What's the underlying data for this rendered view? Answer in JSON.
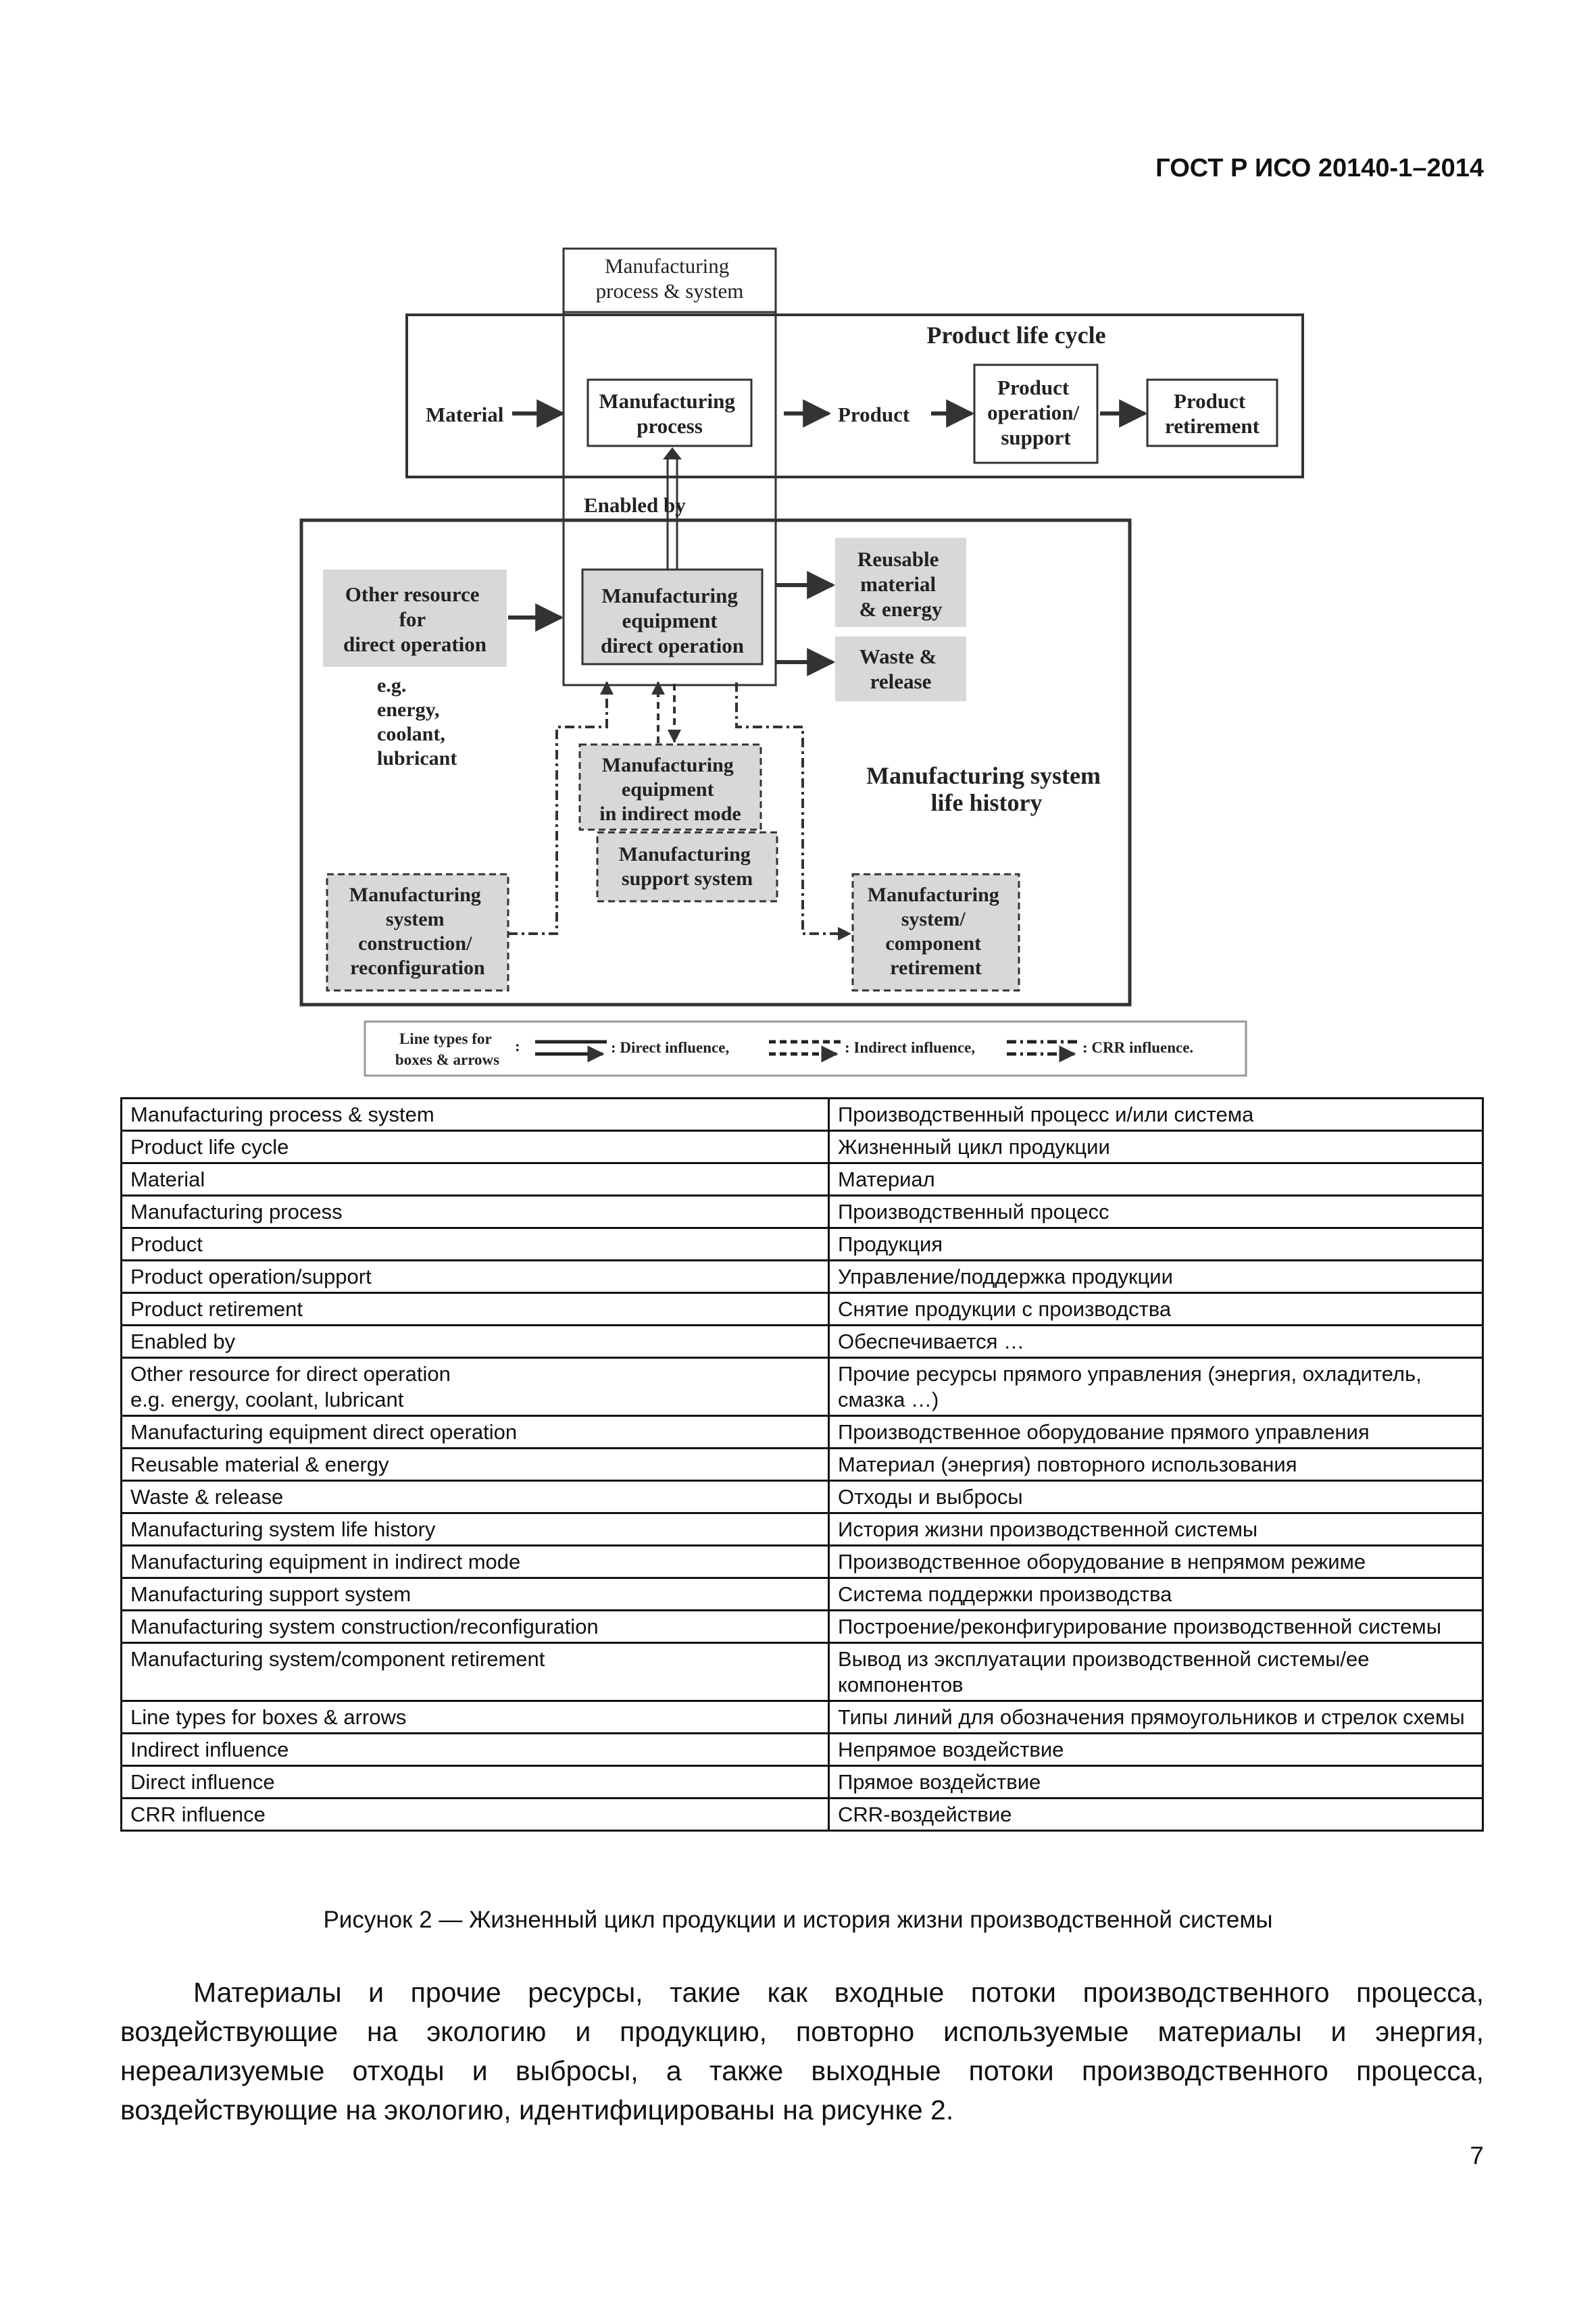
{
  "header": {
    "doc_code": "ГОСТ Р ИСО 20140-1–2014"
  },
  "diagram": {
    "mps_label": [
      "Manufacturing",
      "process & system"
    ],
    "plc_title": "Product life cycle",
    "material": "Material",
    "mfg_process": [
      "Manufacturing",
      "process"
    ],
    "product": "Product",
    "product_operation": [
      "Product",
      "operation/",
      "support"
    ],
    "product_retirement": [
      "Product",
      "retirement"
    ],
    "enabled_by": "Enabled by",
    "other_resource": [
      "Other resource",
      "for",
      "direct operation"
    ],
    "eg_list": [
      "e.g.",
      "energy,",
      "coolant,",
      "lubricant"
    ],
    "equip_direct": [
      "Manufacturing",
      "equipment",
      "direct operation"
    ],
    "reusable": [
      "Reusable",
      "material",
      "& energy"
    ],
    "waste": [
      "Waste &",
      "release"
    ],
    "msl_title": [
      "Manufacturing system",
      "life history"
    ],
    "equip_indirect": [
      "Manufacturing",
      "equipment",
      "in indirect mode"
    ],
    "support_system": [
      "Manufacturing",
      "support system"
    ],
    "construction": [
      "Manufacturing",
      "system",
      "construction/",
      "reconfiguration"
    ],
    "component_retirement": [
      "Manufacturing",
      "system/",
      "component",
      "retirement"
    ],
    "legend_label": [
      "Line types for",
      "boxes & arrows"
    ],
    "legend_colon": ":",
    "legend_direct": ": Direct influence,",
    "legend_indirect": ": Indirect influence,",
    "legend_crr": ": CRR influence."
  },
  "terms_table": {
    "rows": [
      {
        "en": "Manufacturing process & system",
        "ru": "Производственный процесс и/или система"
      },
      {
        "en": "Product life cycle",
        "ru": "Жизненный цикл продукции"
      },
      {
        "en": "Material",
        "ru": "Материал"
      },
      {
        "en": "Manufacturing process",
        "ru": "Производственный процесс"
      },
      {
        "en": "Product",
        "ru": "Продукция"
      },
      {
        "en": "Product operation/support",
        "ru": "Управление/поддержка продукции"
      },
      {
        "en": "Product retirement",
        "ru": "Снятие продукции с производства"
      },
      {
        "en": "Enabled by",
        "ru": "Обеспечивается …"
      },
      {
        "en": "Other resource for direct operation\ne.g. energy, coolant, lubricant",
        "ru": "Прочие ресурсы прямого управления (энергия, охладитель, смазка …)"
      },
      {
        "en": "Manufacturing equipment direct operation",
        "ru": "Производственное оборудование прямого управления"
      },
      {
        "en": "Reusable material & energy",
        "ru": "Материал (энергия) повторного использования"
      },
      {
        "en": "Waste & release",
        "ru": "Отходы и выбросы"
      },
      {
        "en": "Manufacturing system life history",
        "ru": "История жизни производственной системы"
      },
      {
        "en": "Manufacturing equipment in indirect mode",
        "ru": "Производственное оборудование в непрямом режиме"
      },
      {
        "en": "Manufacturing support system",
        "ru": "Система поддержки производства"
      },
      {
        "en": "Manufacturing system construction/reconfiguration",
        "ru": "Построение/реконфигурирование производственной системы"
      },
      {
        "en": "Manufacturing system/component retirement",
        "ru": "Вывод из эксплуатации производственной системы/ее компонентов"
      },
      {
        "en": "Line types for boxes & arrows",
        "ru": "Типы линий для обозначения прямоугольников и стрелок схемы"
      },
      {
        "en": "Indirect influence",
        "ru": "Непрямое воздействие"
      },
      {
        "en": "Direct influence",
        "ru": "Прямое воздействие"
      },
      {
        "en": "CRR influence",
        "ru": "CRR-воздействие"
      }
    ]
  },
  "caption": "Рисунок 2 — Жизненный цикл продукции и история жизни производственной системы",
  "body_text": "Материалы и прочие ресурсы, такие как входные потоки производственного процесса, воздействующие на экологию и продукцию, повторно используемые материалы и энергия, нереализуемые отходы и выбросы, а также выходные потоки производственного процесса, воздействующие на экологию, идентифицированы на рисунке 2.",
  "page_number": "7"
}
